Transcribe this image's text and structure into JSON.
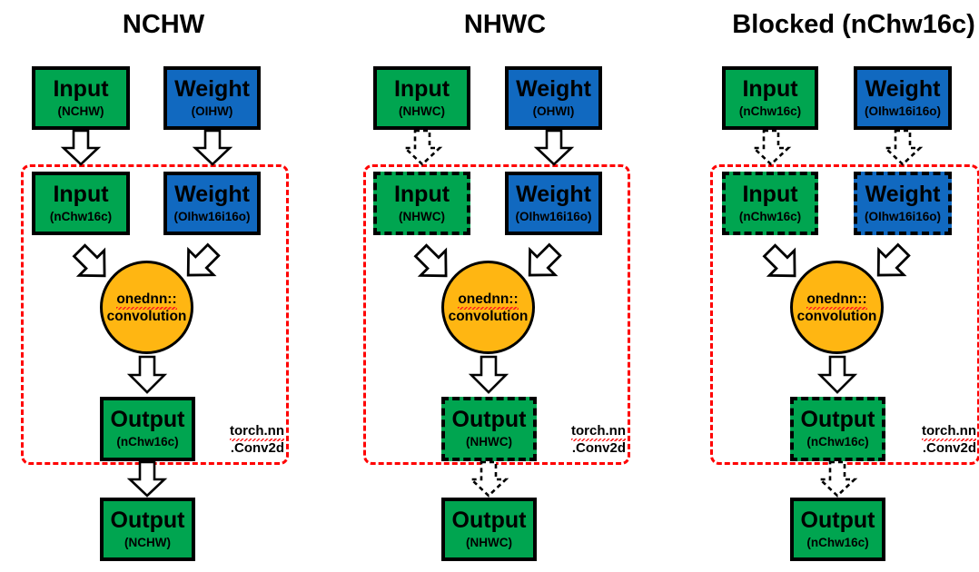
{
  "figure": {
    "title_row": [
      "NCHW",
      "NHWC",
      "Blocked (nChw16c)"
    ],
    "colors": {
      "green": "#00A550",
      "blue": "#1169C0",
      "orange": "#FFB612",
      "red_dashed": "#FF0000",
      "outline": "#000000"
    }
  },
  "columns": [
    {
      "title": "NCHW",
      "top_input": {
        "name": "Input",
        "format": "(NCHW)",
        "border": "solid",
        "fill": "green"
      },
      "top_weight": {
        "name": "Weight",
        "format": "(OIHW)",
        "border": "solid",
        "fill": "blue"
      },
      "arrow_input_reorder": "solid",
      "arrow_weight_reorder": "solid",
      "inner_input": {
        "name": "Input",
        "format": "(nChw16c)",
        "border": "solid",
        "fill": "green"
      },
      "inner_weight": {
        "name": "Weight",
        "format": "(OIhw16i16o)",
        "border": "solid",
        "fill": "blue"
      },
      "op": {
        "line1": "onednn::",
        "line2": "convolution"
      },
      "inner_output": {
        "name": "Output",
        "format": "(nChw16c)",
        "border": "solid",
        "fill": "green"
      },
      "arrow_output_reorder": "solid",
      "bottom_output": {
        "name": "Output",
        "format": "(NCHW)",
        "border": "solid",
        "fill": "green"
      },
      "region_label": {
        "line1": "torch.nn",
        "line2": ".Conv2d"
      }
    },
    {
      "title": "NHWC",
      "top_input": {
        "name": "Input",
        "format": "(NHWC)",
        "border": "solid",
        "fill": "green"
      },
      "top_weight": {
        "name": "Weight",
        "format": "(OHWI)",
        "border": "solid",
        "fill": "blue"
      },
      "arrow_input_reorder": "dashed",
      "arrow_weight_reorder": "solid",
      "inner_input": {
        "name": "Input",
        "format": "(NHWC)",
        "border": "dashed",
        "fill": "green"
      },
      "inner_weight": {
        "name": "Weight",
        "format": "(OIhw16i16o)",
        "border": "solid",
        "fill": "blue"
      },
      "op": {
        "line1": "onednn::",
        "line2": "convolution"
      },
      "inner_output": {
        "name": "Output",
        "format": "(NHWC)",
        "border": "dashed",
        "fill": "green"
      },
      "arrow_output_reorder": "dashed",
      "bottom_output": {
        "name": "Output",
        "format": "(NHWC)",
        "border": "solid",
        "fill": "green"
      },
      "region_label": {
        "line1": "torch.nn",
        "line2": ".Conv2d"
      }
    },
    {
      "title": "Blocked (nChw16c)",
      "top_input": {
        "name": "Input",
        "format": "(nChw16c)",
        "border": "solid",
        "fill": "green"
      },
      "top_weight": {
        "name": "Weight",
        "format": "(OIhw16i16o)",
        "border": "solid",
        "fill": "blue"
      },
      "arrow_input_reorder": "dashed",
      "arrow_weight_reorder": "dashed",
      "inner_input": {
        "name": "Input",
        "format": "(nChw16c)",
        "border": "dashed",
        "fill": "green"
      },
      "inner_weight": {
        "name": "Weight",
        "format": "(OIhw16i16o)",
        "border": "dashed",
        "fill": "blue"
      },
      "op": {
        "line1": "onednn::",
        "line2": "convolution"
      },
      "inner_output": {
        "name": "Output",
        "format": "(nChw16c)",
        "border": "dashed",
        "fill": "green"
      },
      "arrow_output_reorder": "dashed",
      "bottom_output": {
        "name": "Output",
        "format": "(nChw16c)",
        "border": "solid",
        "fill": "green"
      },
      "region_label": {
        "line1": "torch.nn",
        "line2": ".Conv2d"
      }
    }
  ]
}
